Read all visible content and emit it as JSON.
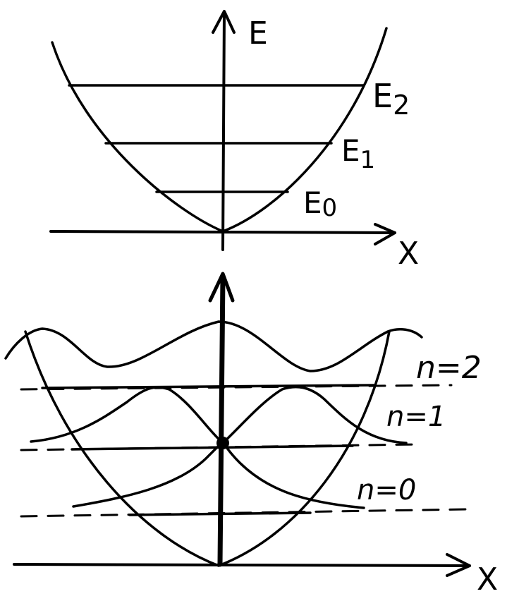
{
  "top_panel": {
    "axis_y_label": "E",
    "axis_x_label": "X",
    "levels": [
      {
        "symbol": "E",
        "subscript": "0"
      },
      {
        "symbol": "E",
        "subscript": "1"
      },
      {
        "symbol": "E",
        "subscript": "2"
      }
    ]
  },
  "bottom_panel": {
    "axis_x_label": "X",
    "states": [
      {
        "label": "n=0"
      },
      {
        "label": "n=1"
      },
      {
        "label": "n=2"
      }
    ]
  },
  "ink_color": "#000000",
  "background_color": "#ffffff"
}
